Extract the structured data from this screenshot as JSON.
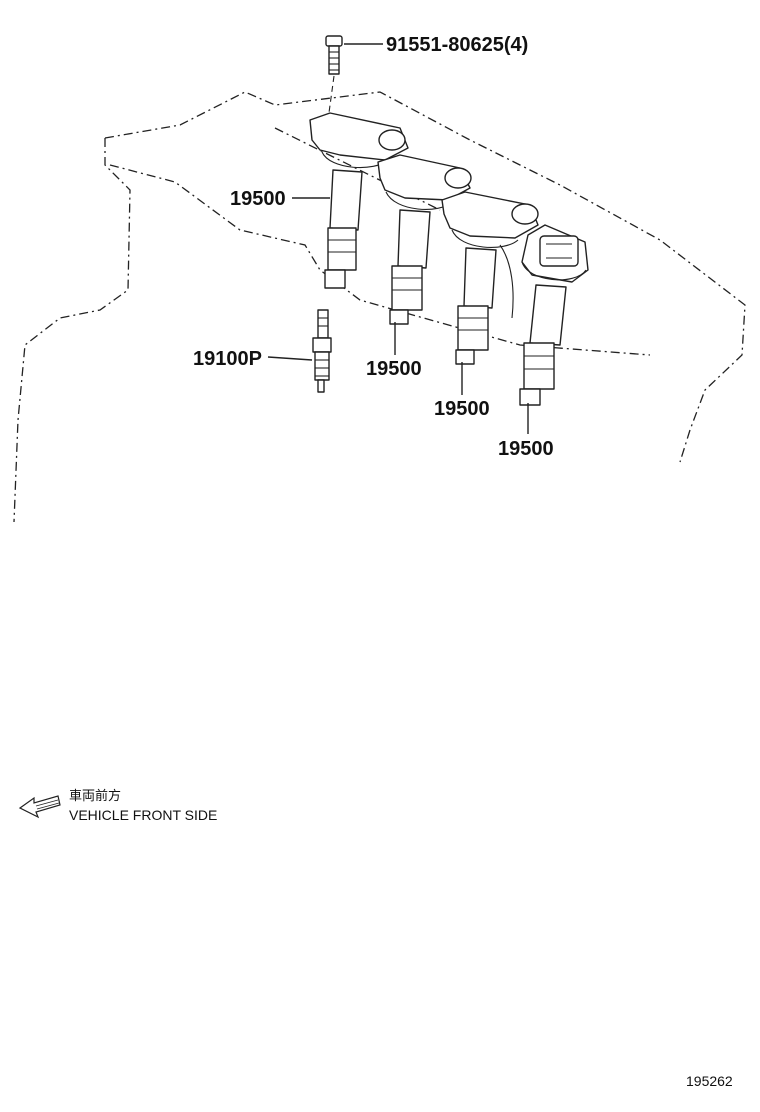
{
  "callouts": {
    "bolt": "91551-80625(4)",
    "coil_1": "19500",
    "coil_2": "19500",
    "coil_3": "19500",
    "coil_4": "19500",
    "spark_plug": "19100P"
  },
  "direction": {
    "japanese": "車両前方",
    "english": "VEHICLE FRONT SIDE",
    "icon": "arrow-left-icon"
  },
  "figure_ref": "195262"
}
